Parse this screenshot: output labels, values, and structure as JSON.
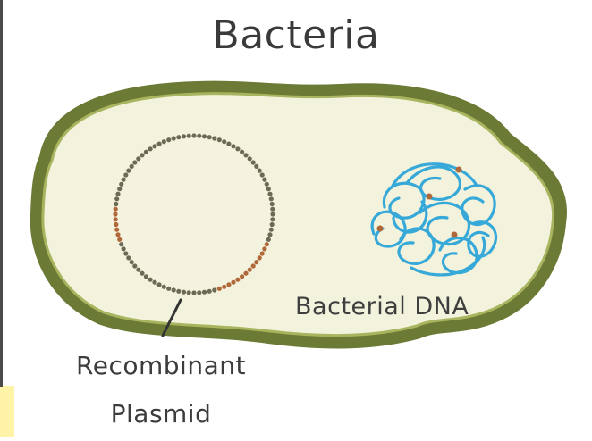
{
  "diagram": {
    "title": "Bacteria",
    "labels": {
      "bacterial_dna": "Bacterial DNA",
      "plasmid_line1": "Recombinant",
      "plasmid_line2": "Plasmid"
    },
    "colors": {
      "cell_wall": "#6b7a34",
      "cell_wall_inner": "#a9b45f",
      "cytoplasm": "#f3f2dc",
      "plasmid_bead": "#6c6a55",
      "plasmid_marker": "#b0683a",
      "dna": "#36a9d9",
      "dna_marker": "#b0683a",
      "frame_left": "#4a4a4a",
      "corner_highlight": "#fff3a8"
    },
    "icons": [
      "bacterium-cell",
      "plasmid-ring",
      "dna-coil",
      "pointer-line"
    ]
  }
}
